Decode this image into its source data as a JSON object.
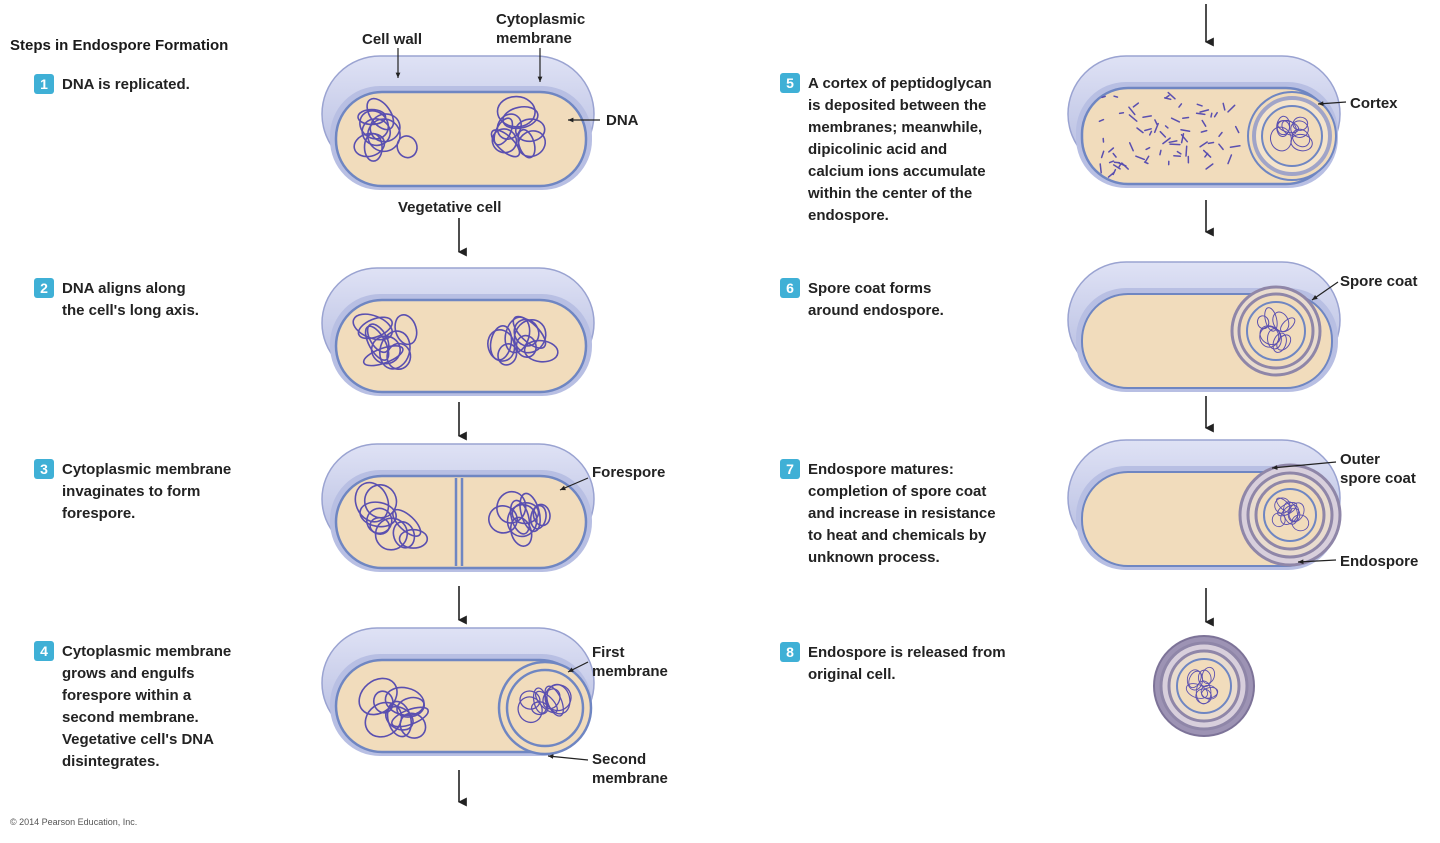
{
  "title": "Steps in Endospore Formation",
  "steps": [
    {
      "number": "1",
      "text": "DNA is replicated."
    },
    {
      "number": "2",
      "text": "DNA aligns along\nthe cell's long axis."
    },
    {
      "number": "3",
      "text": "Cytoplasmic membrane\ninvaginates to form\nforespore."
    },
    {
      "number": "4",
      "text": "Cytoplasmic membrane\ngrows and engulfs\nforespore within a\nsecond membrane.\nVegetative cell's DNA\ndisintegrates."
    },
    {
      "number": "5",
      "text": "A cortex of peptidoglycan\nis deposited between the\nmembranes; meanwhile,\ndipicolinic acid and\ncalcium ions accumulate\nwithin the center of the\nendospore."
    },
    {
      "number": "6",
      "text": "Spore coat forms\naround endospore."
    },
    {
      "number": "7",
      "text": "Endospore matures:\ncompletion of spore coat\nand increase in resistance\nto heat and chemicals by\nunknown process."
    },
    {
      "number": "8",
      "text": "Endospore is released from\noriginal cell."
    }
  ],
  "labels": {
    "cell_wall": "Cell wall",
    "cytoplasmic_membrane": "Cytoplasmic\nmembrane",
    "dna": "DNA",
    "vegetative_cell": "Vegetative cell",
    "forespore": "Forespore",
    "first_membrane": "First\nmembrane",
    "second_membrane": "Second\nmembrane",
    "cortex": "Cortex",
    "spore_coat": "Spore coat",
    "outer_spore_coat": "Outer\nspore coat",
    "endospore": "Endospore"
  },
  "copyright": "© 2014 Pearson Education, Inc.",
  "colors": {
    "badge": "#3fb0d6",
    "cytoplasm": "#f1dcbc",
    "wall": "#c3c9ea",
    "membrane": "#6f86c2",
    "dna": "#5a4fb0",
    "spore_coat": "#8f86a8"
  }
}
